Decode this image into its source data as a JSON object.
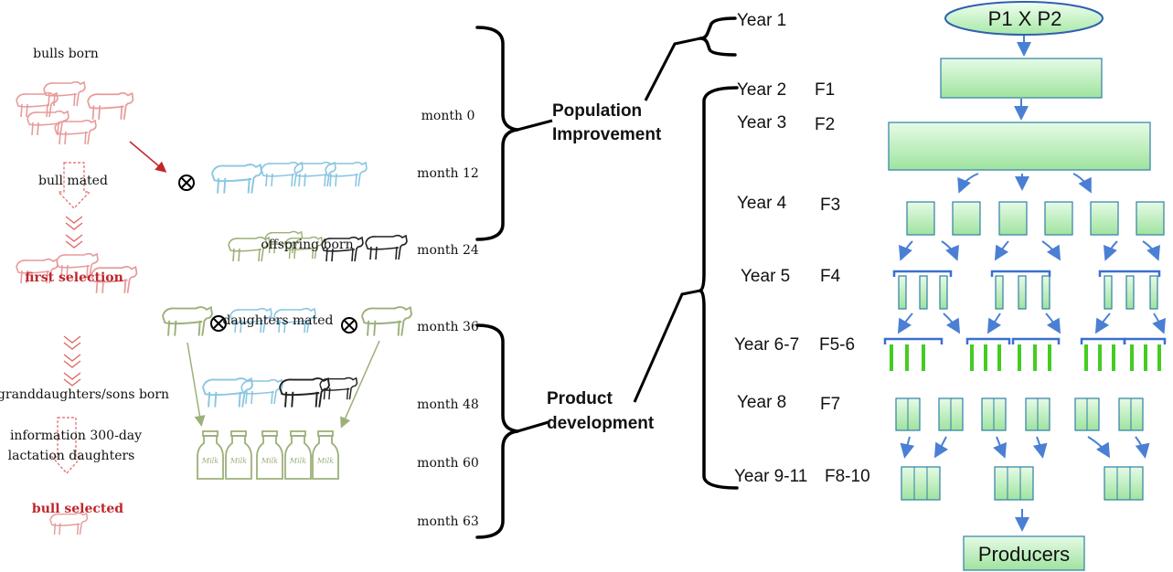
{
  "left": {
    "bulls_born": "bulls born",
    "bull_mated": "bull mated",
    "first_selection": "first selection",
    "granddaughters": "granddaughters/sons born",
    "info_line1": "information 300-day",
    "info_line2": "lactation daughters",
    "bull_selected": "bull selected",
    "offspring_born": "offspring born",
    "daughters_mated": "daughters mated",
    "milk_label": "Milk"
  },
  "months": [
    "month 0",
    "month 12",
    "month 24",
    "month 36",
    "month 48",
    "month 60",
    "month 63"
  ],
  "phases": {
    "population_line1": "Population",
    "population_line2": "Improvement",
    "product_line1": "Product",
    "product_line2": "development"
  },
  "timeline": [
    {
      "year": "Year 1",
      "gen": ""
    },
    {
      "year": "Year 2",
      "gen": "F1"
    },
    {
      "year": "Year 3",
      "gen": "F2"
    },
    {
      "year": "Year 4",
      "gen": "F3"
    },
    {
      "year": "Year 5",
      "gen": "F4"
    },
    {
      "year": "Year 6-7",
      "gen": "F5-6"
    },
    {
      "year": "Year 8",
      "gen": "F7"
    },
    {
      "year": "Year 9-11",
      "gen": "F8-10"
    }
  ],
  "flow": {
    "cross_label": "P1 X P2",
    "producers_label": "Producers"
  },
  "colors": {
    "red_text": "#c0262b",
    "box_fill_top": "#e6fbe6",
    "box_fill_bottom": "#9fe39f",
    "arrow_blue": "#4a7fd4",
    "bar_green": "#44cc22",
    "cow_blue": "#8ac6e2",
    "cow_green": "#9cb07a",
    "cow_red": "#e79b9b"
  }
}
